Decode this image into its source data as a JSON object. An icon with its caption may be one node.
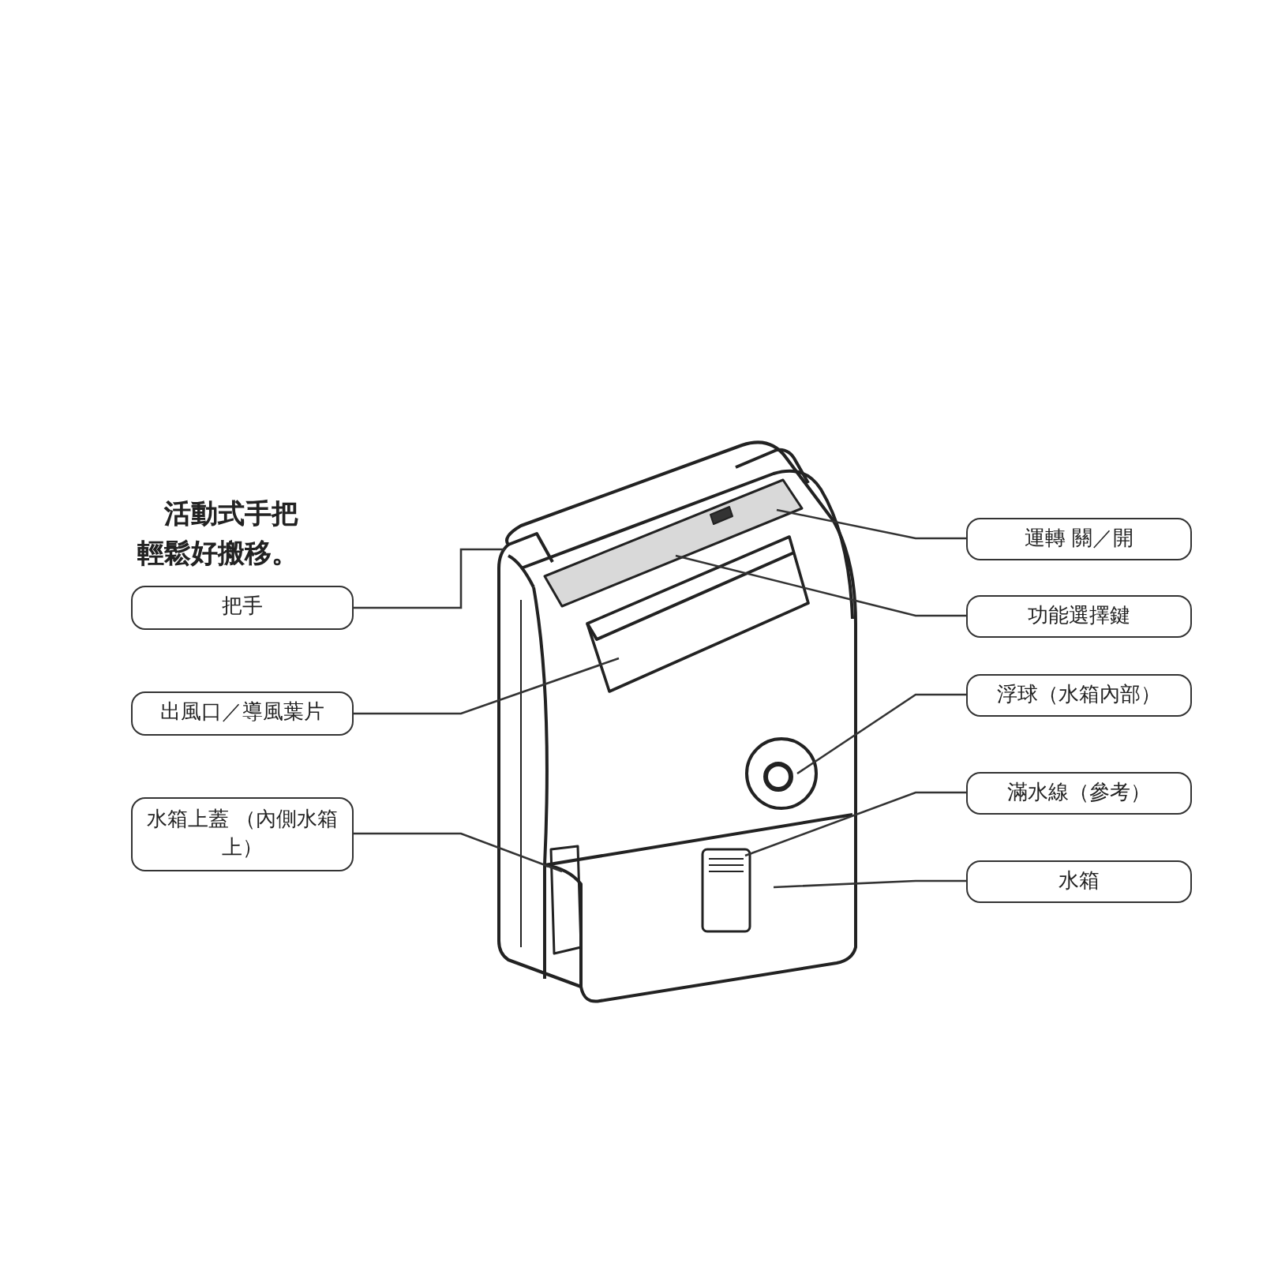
{
  "diagram": {
    "nodes": [
      {
        "text": [
          "把手"
        ]
      },
      {
        "text": [
          "出風口／導風葉片"
        ]
      },
      {
        "text": [
          "水箱上蓋 （內側水箱上）"
        ]
      },
      {
        "text": [
          "運轉 關／開"
        ]
      },
      {
        "text": [
          "功能選擇鍵"
        ]
      },
      {
        "text": [
          "浮球（水箱內部）"
        ]
      },
      {
        "text": [
          "滿水線（參考）"
        ]
      },
      {
        "text": [
          "水箱"
        ]
      }
    ],
    "edges": [
      {
        "from": 0,
        "to": null,
        "arrow": "none"
      },
      {
        "from": 1,
        "to": null,
        "arrow": "none"
      },
      {
        "from": 2,
        "to": null,
        "arrow": "none"
      },
      {
        "from": 3,
        "to": null,
        "arrow": "none"
      },
      {
        "from": 4,
        "to": null,
        "arrow": "none"
      },
      {
        "from": 5,
        "to": null,
        "arrow": "none"
      },
      {
        "from": 6,
        "to": null,
        "arrow": "none"
      },
      {
        "from": 7,
        "to": null,
        "arrow": "none"
      }
    ],
    "labels": [
      "活動式手把輕鬆好搬移。"
    ]
  }
}
